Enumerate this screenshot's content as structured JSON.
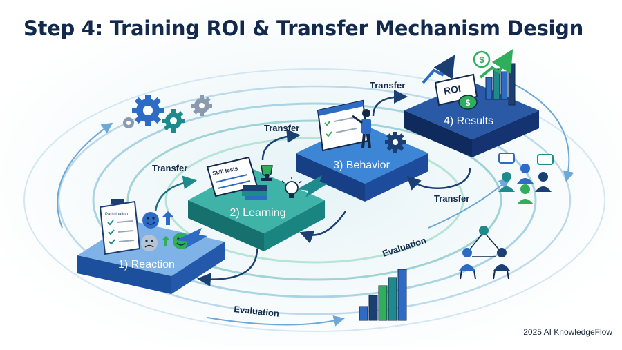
{
  "title": "Step 4: Training ROI & Transfer Mechanism Design",
  "footer": "2025 AI KnowledgeFlow",
  "stages": [
    {
      "label": "1) Reaction",
      "color": "#2e6bc4"
    },
    {
      "label": "2) Learning",
      "color": "#1f8a8c"
    },
    {
      "label": "3) Behavior",
      "color": "#2559b0"
    },
    {
      "label": "4) Results",
      "color": "#163a7a"
    }
  ],
  "transfer_label": "Transfer",
  "evaluation_label": "Evaluation",
  "icon_text": {
    "clipboard": "Participation",
    "skill_tests": "Skill tests",
    "roi": "ROI",
    "dollar": "$"
  },
  "colors": {
    "navy": "#13294b",
    "teal": "#1f9a8a",
    "green": "#2fae5b",
    "blue": "#2e6bc4",
    "ring": "#9cc7e0"
  }
}
